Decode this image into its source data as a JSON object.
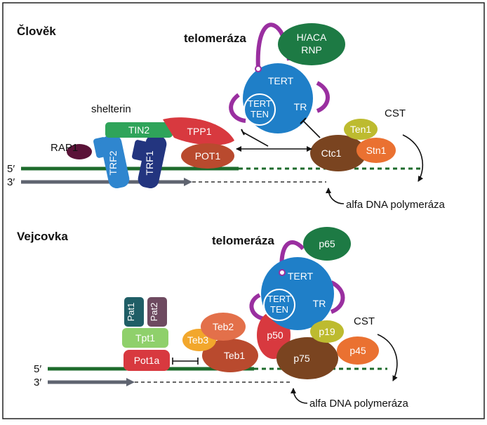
{
  "sections": {
    "human": "Člověk",
    "ciliate": "Vejcovka"
  },
  "strands": {
    "five_prime": "5′",
    "three_prime": "3′"
  },
  "human": {
    "telomerase": "telomeráza",
    "hacarnp_line1": "H/ACA",
    "hacarnp_line2": "RNP",
    "tert": "TERT",
    "tert_ten_line1": "TERT",
    "tert_ten_line2": "TEN",
    "tr": "TR",
    "shelterin": "shelterin",
    "tin2": "TIN2",
    "tpp1": "TPP1",
    "pot1": "POT1",
    "rap1": "RAP1",
    "trf2": "TRF2",
    "trf1": "TRF1",
    "cst": "CST",
    "ten1": "Ten1",
    "stn1": "Stn1",
    "ctc1": "Ctc1",
    "polymerase": "alfa DNA polymeráza"
  },
  "ciliate": {
    "telomerase": "telomeráza",
    "p65": "p65",
    "tert": "TERT",
    "tert_ten_line1": "TERT",
    "tert_ten_line2": "TEN",
    "tr": "TR",
    "p50": "p50",
    "pat1": "Pat1",
    "pat2": "Pat2",
    "tpt1": "Tpt1",
    "pot1a": "Pot1a",
    "teb2": "Teb2",
    "teb3": "Teb3",
    "teb1": "Teb1",
    "cst": "CST",
    "p19": "p19",
    "p45": "p45",
    "p75": "p75",
    "polymerase": "alfa DNA polymeráza"
  },
  "colors": {
    "tert_blue": "#1f7fc8",
    "tr_purple": "#9a2fa0",
    "rnp_green": "#1d7a44",
    "tin2_green": "#2fa45a",
    "tpp1_red": "#d8393f",
    "pot1_brown": "#b94a2e",
    "trf2_blue": "#2f86cf",
    "trf1_navy": "#23357f",
    "rap1_maroon": "#5a1338",
    "ctc1_brown": "#7a4420",
    "ten1_olive": "#bdbb2f",
    "stn1_orange": "#ea7131",
    "pat1_teal": "#1f5e66",
    "pat2_plum": "#6e4a60",
    "tpt1_lightgreen": "#8fd06b",
    "teb3_yellow": "#f2a72c",
    "dna_green": "#1d6b2c",
    "dna_gray": "#5f6470"
  }
}
